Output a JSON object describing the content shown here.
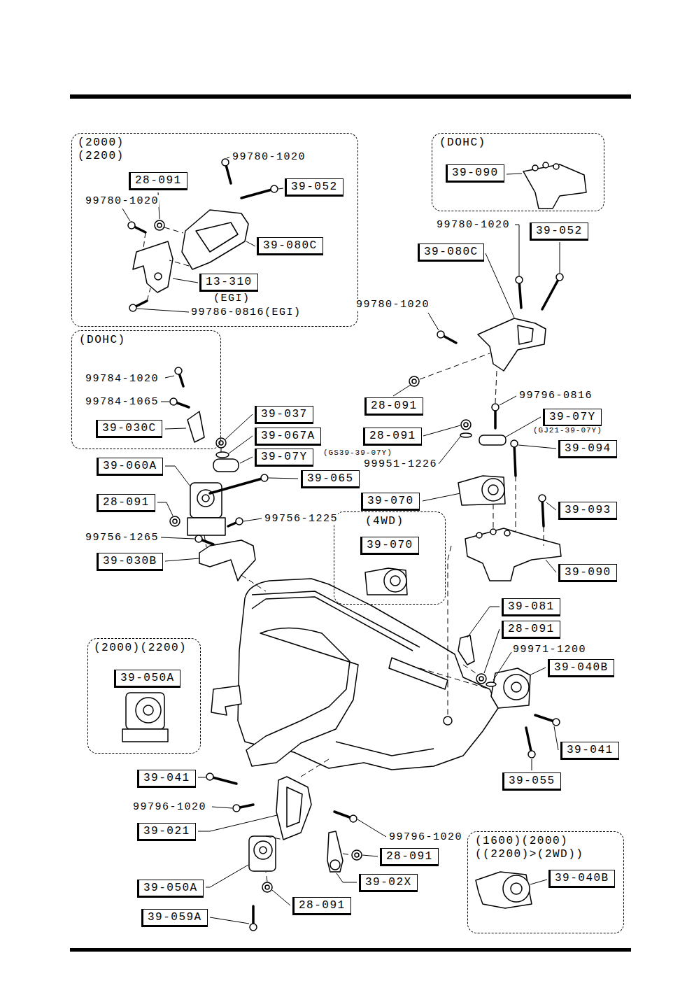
{
  "diagram": {
    "nodes": [
      {
        "text": [
          "(2000) (2200)"
        ]
      },
      {
        "text": [
          "28-091"
        ],
        "in": 0
      },
      {
        "text": [
          "39-052"
        ],
        "in": 0
      },
      {
        "text": [
          "39-080C"
        ],
        "in": 0
      },
      {
        "text": [
          "13-310"
        ],
        "in": 0
      },
      {
        "text": [
          "(DOHC)"
        ]
      },
      {
        "text": [
          "39-090"
        ],
        "in": 5
      },
      {
        "text": [
          "39-052"
        ]
      },
      {
        "text": [
          "39-080C"
        ]
      },
      {
        "text": [
          "(DOHC)"
        ]
      },
      {
        "text": [
          "39-030C"
        ],
        "in": 9
      },
      {
        "text": [
          "28-091"
        ]
      },
      {
        "text": [
          "39-037"
        ]
      },
      {
        "text": [
          "39-07Y"
        ]
      },
      {
        "text": [
          "39-067A"
        ]
      },
      {
        "text": [
          "28-091"
        ]
      },
      {
        "text": [
          "39-094"
        ]
      },
      {
        "text": [
          "39-07Y"
        ]
      },
      {
        "text": [
          "39-060A"
        ]
      },
      {
        "text": [
          "39-065"
        ]
      },
      {
        "text": [
          "39-070"
        ]
      },
      {
        "text": [
          "28-091"
        ]
      },
      {
        "text": [
          "39-093"
        ]
      },
      {
        "text": [
          "(4WD)"
        ]
      },
      {
        "text": [
          "39-070"
        ],
        "in": 23
      },
      {
        "text": [
          "39-030B"
        ]
      },
      {
        "text": [
          "39-090"
        ]
      },
      {
        "text": [
          "39-081"
        ]
      },
      {
        "text": [
          "28-091"
        ]
      },
      {
        "text": [
          "(2000)(2200)"
        ]
      },
      {
        "text": [
          "39-050A"
        ],
        "in": 29
      },
      {
        "text": [
          "39-040B"
        ]
      },
      {
        "text": [
          "39-041"
        ]
      },
      {
        "text": [
          "39-041"
        ]
      },
      {
        "text": [
          "39-055"
        ]
      },
      {
        "text": [
          "39-021"
        ]
      },
      {
        "text": [
          "(1600)(2000) ((2200)>(2WD))"
        ]
      },
      {
        "text": [
          "39-040B"
        ],
        "in": 36
      },
      {
        "text": [
          "28-091"
        ]
      },
      {
        "text": [
          "39-050A"
        ]
      },
      {
        "text": [
          "39-02X"
        ]
      },
      {
        "text": [
          "28-091"
        ]
      },
      {
        "text": [
          "39-059A"
        ]
      }
    ],
    "labels": [
      "99780-1020",
      "99780-1020",
      "99780-1020",
      "(EGI)",
      "99780-1020",
      "99786-0816(EGI)",
      "99784-1020",
      "99796-0816",
      "99784-1065",
      "(GJ21-39-07Y)",
      "(GS39-39-07Y)",
      "99951-1226",
      "99756-1225",
      "99756-1265",
      "99971-1200",
      "99796-1020",
      "99796-1020"
    ]
  }
}
